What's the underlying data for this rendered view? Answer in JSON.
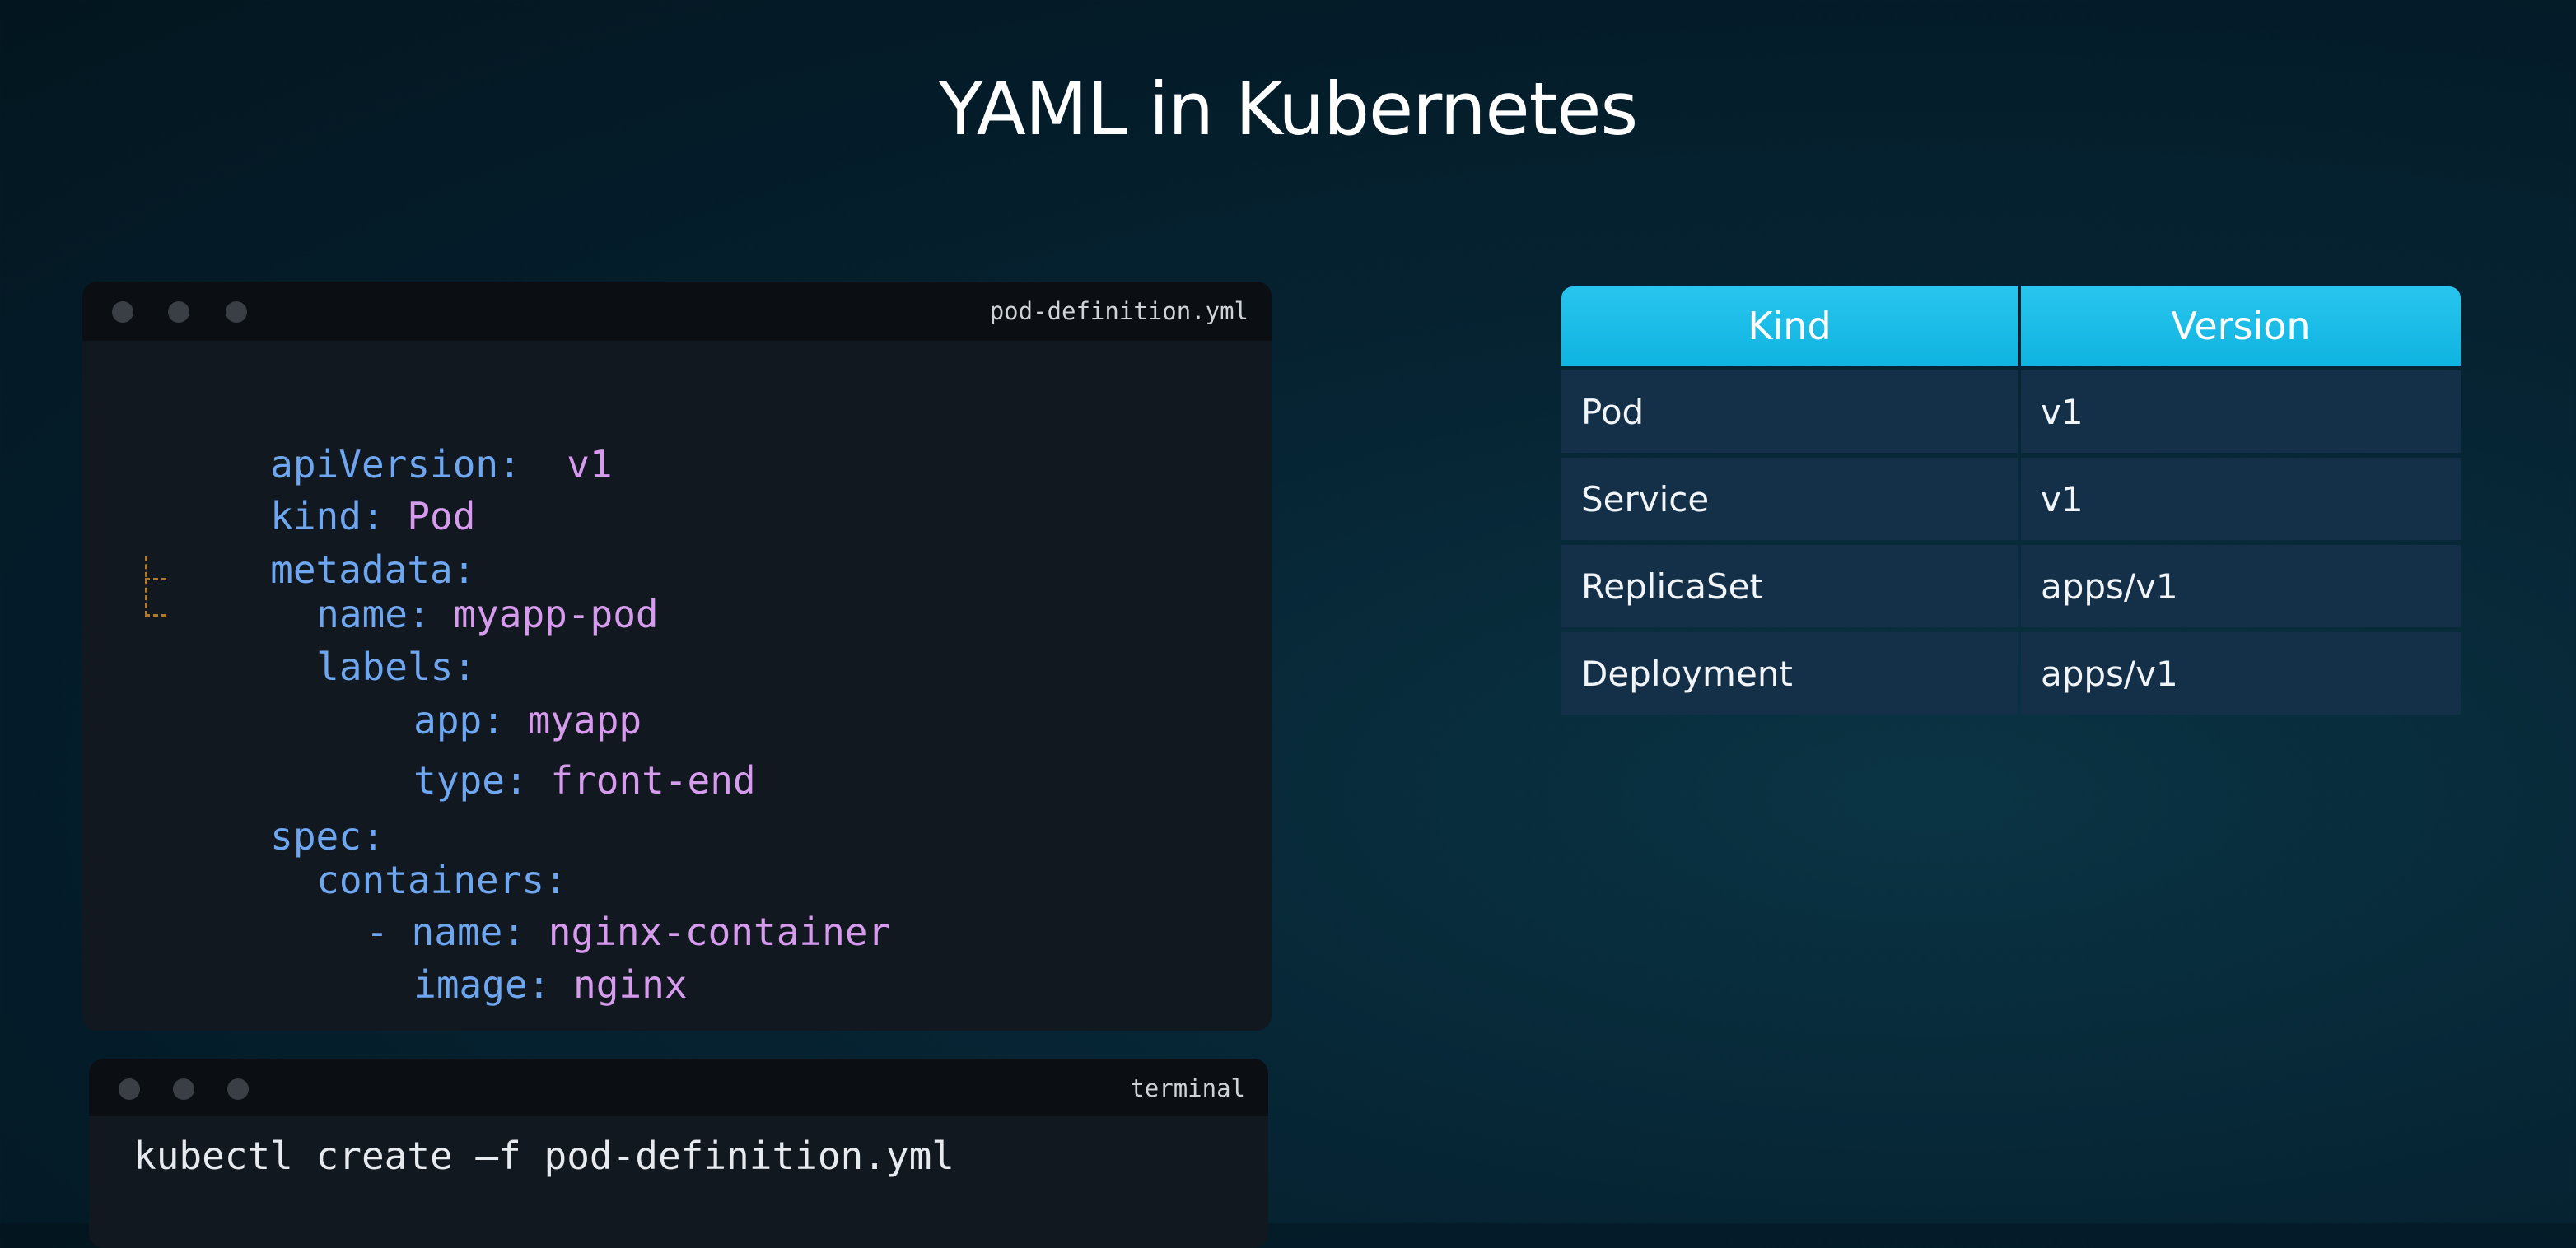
{
  "title": "YAML in Kubernetes",
  "code_window": {
    "filename": "pod-definition.yml",
    "lines": [
      {
        "key": "apiVersion:",
        "value": "v1"
      },
      {
        "key": "kind:",
        "value": "Pod"
      },
      {
        "key": "metadata:",
        "value": ""
      },
      {
        "key": "name:",
        "value": "myapp-pod"
      },
      {
        "key": "labels:",
        "value": ""
      },
      {
        "key": "app:",
        "value": "myapp"
      },
      {
        "key": "type:",
        "value": "front-end"
      },
      {
        "key": "spec:",
        "value": ""
      },
      {
        "key": "containers:",
        "value": ""
      },
      {
        "key": "- name:",
        "value": "nginx-container"
      },
      {
        "key": "image:",
        "value": "nginx"
      }
    ]
  },
  "terminal_window": {
    "title": "terminal",
    "command": "kubectl create –f pod-definition.yml"
  },
  "table": {
    "headers": [
      "Kind",
      "Version"
    ],
    "rows": [
      [
        "Pod",
        "v1"
      ],
      [
        "Service",
        "v1"
      ],
      [
        "ReplicaSet",
        "apps/v1"
      ],
      [
        "Deployment",
        "apps/v1"
      ]
    ]
  },
  "colors": {
    "yaml_key": "#6ea6f0",
    "yaml_value": "#d79bee",
    "table_header": "#15b9e4",
    "table_row": "#143049"
  }
}
